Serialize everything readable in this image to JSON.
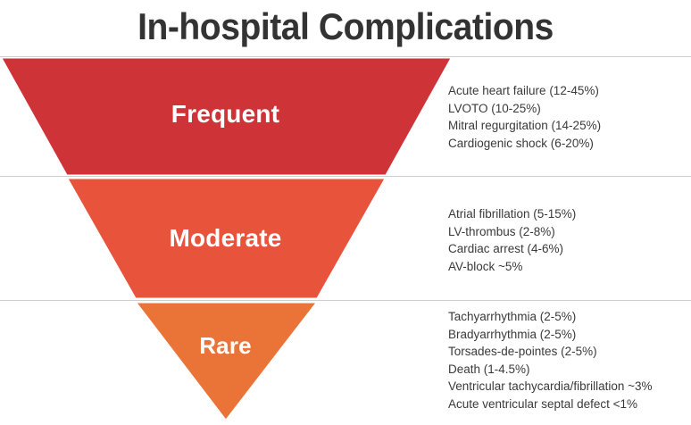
{
  "title": "In-hospital Complications",
  "colors": {
    "frequent": "#ce3338",
    "moderate": "#e8533c",
    "rare": "#ea7438",
    "title_text": "#333333",
    "list_text": "#3a3a3a",
    "rule": "#cfcfcf",
    "label_text": "#ffffff",
    "background": "#ffffff"
  },
  "chart_data": {
    "type": "funnel",
    "title": "In-hospital Complications",
    "orientation": "inverted-triangle",
    "legend": "none",
    "grid": "horizontal-rules",
    "bands": [
      {
        "label": "Frequent",
        "color": "#ce3338",
        "items": [
          "Acute heart failure (12-45%)",
          "LVOTO (10-25%)",
          "Mitral regurgitation (14-25%)",
          "Cardiogenic shock (6-20%)"
        ]
      },
      {
        "label": "Moderate",
        "color": "#e8533c",
        "items": [
          "Atrial fibrillation (5-15%)",
          "LV-thrombus (2-8%)",
          "Cardiac arrest (4-6%)",
          "AV-block ~5%"
        ]
      },
      {
        "label": "Rare",
        "color": "#ea7438",
        "items": [
          "Tachyarrhythmia (2-5%)",
          "Bradyarrhythmia (2-5%)",
          "Torsades-de-pointes (2-5%)",
          "Death (1-4.5%)",
          "Ventricular tachycardia/fibrillation ~3%",
          "Acute ventricular septal defect <1%"
        ]
      }
    ]
  },
  "bands": {
    "frequent": {
      "label": "Frequent",
      "items": [
        "Acute heart failure (12-45%)",
        "LVOTO (10-25%)",
        "Mitral regurgitation (14-25%)",
        "Cardiogenic shock (6-20%)"
      ]
    },
    "moderate": {
      "label": "Moderate",
      "items": [
        "Atrial fibrillation (5-15%)",
        "LV-thrombus (2-8%)",
        "Cardiac arrest (4-6%)",
        "AV-block ~5%"
      ]
    },
    "rare": {
      "label": "Rare",
      "items": [
        "Tachyarrhythmia (2-5%)",
        "Bradyarrhythmia (2-5%)",
        "Torsades-de-pointes (2-5%)",
        "Death (1-4.5%)",
        "Ventricular tachycardia/fibrillation ~3%",
        "Acute ventricular septal defect <1%"
      ]
    }
  }
}
